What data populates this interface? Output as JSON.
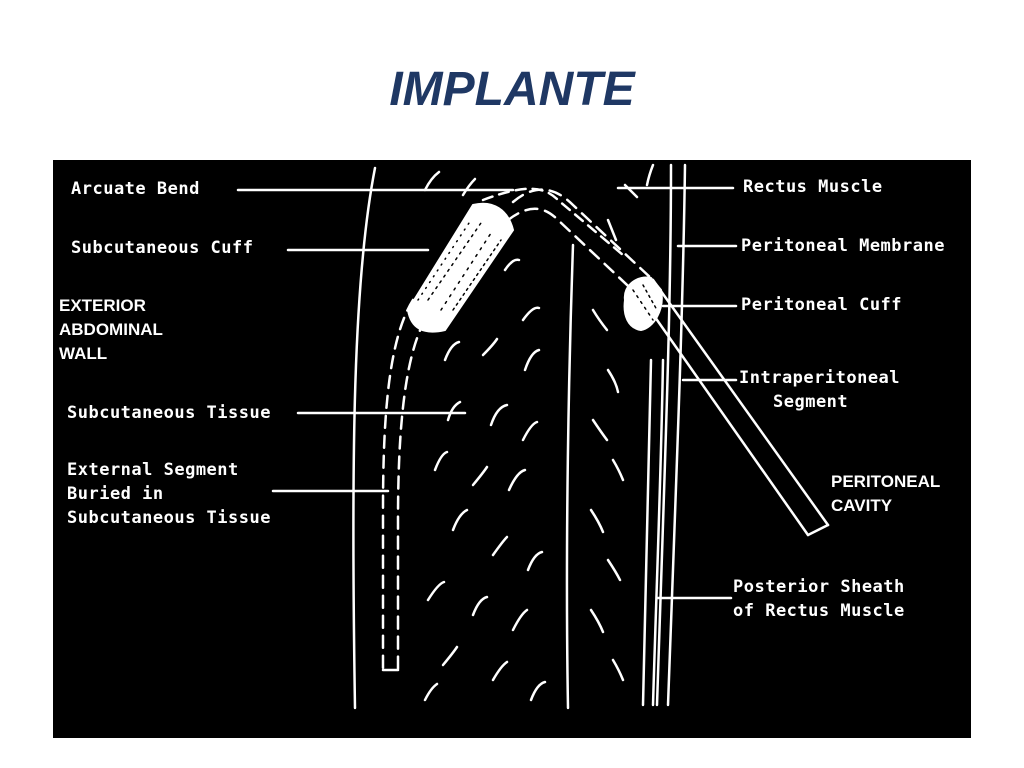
{
  "title": "IMPLANTE",
  "colors": {
    "title": "#1f3864",
    "figure_bg": "#000000",
    "ink": "#ffffff"
  },
  "labels": {
    "arcuate_bend": "Arcuate Bend",
    "subcutaneous_cuff": "Subcutaneous Cuff",
    "exterior_wall": [
      "EXTERIOR",
      "ABDOMINAL",
      "WALL"
    ],
    "subcutaneous_tissue": "Subcutaneous Tissue",
    "external_segment": [
      "External Segment",
      "Buried in",
      "Subcutaneous Tissue"
    ],
    "rectus_muscle": "Rectus Muscle",
    "peritoneal_membrane": "Peritoneal Membrane",
    "peritoneal_cuff": "Peritoneal Cuff",
    "intraperitoneal_segment": [
      "Intraperitoneal",
      "Segment"
    ],
    "peritoneal_cavity": [
      "PERITONEAL",
      "CAVITY"
    ],
    "posterior_sheath": [
      "Posterior Sheath",
      "of Rectus Muscle"
    ]
  }
}
